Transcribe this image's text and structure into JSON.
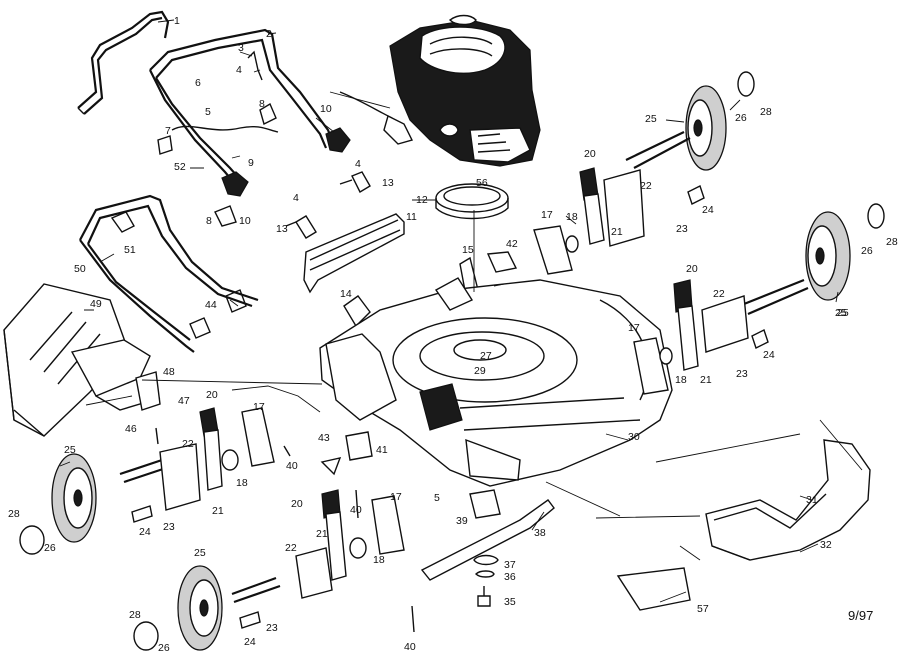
{
  "date_code": "9/97",
  "callouts": [
    {
      "label": "1"
    },
    {
      "label": "2"
    },
    {
      "label": "3"
    },
    {
      "label": "4"
    },
    {
      "label": "5"
    },
    {
      "label": "6"
    },
    {
      "label": "7"
    },
    {
      "label": "8"
    },
    {
      "label": "9"
    },
    {
      "label": "10"
    },
    {
      "label": "52"
    },
    {
      "label": "10"
    },
    {
      "label": "8"
    },
    {
      "label": "4"
    },
    {
      "label": "13"
    },
    {
      "label": "4"
    },
    {
      "label": "13"
    },
    {
      "label": "11"
    },
    {
      "label": "12"
    },
    {
      "label": "15"
    },
    {
      "label": "42"
    },
    {
      "label": "14"
    },
    {
      "label": "56"
    },
    {
      "label": "20"
    },
    {
      "label": "22"
    },
    {
      "label": "18"
    },
    {
      "label": "17"
    },
    {
      "label": "21"
    },
    {
      "label": "24"
    },
    {
      "label": "23"
    },
    {
      "label": "25"
    },
    {
      "label": "26"
    },
    {
      "label": "28"
    },
    {
      "label": "25"
    },
    {
      "label": "26"
    },
    {
      "label": "28"
    },
    {
      "label": "20"
    },
    {
      "label": "22"
    },
    {
      "label": "17"
    },
    {
      "label": "18"
    },
    {
      "label": "21"
    },
    {
      "label": "23"
    },
    {
      "label": "24"
    },
    {
      "label": "25"
    },
    {
      "label": "27"
    },
    {
      "label": "29"
    },
    {
      "label": "30"
    },
    {
      "label": "51"
    },
    {
      "label": "50"
    },
    {
      "label": "49"
    },
    {
      "label": "44"
    },
    {
      "label": "48"
    },
    {
      "label": "47"
    },
    {
      "label": "46"
    },
    {
      "label": "20"
    },
    {
      "label": "17"
    },
    {
      "label": "22"
    },
    {
      "label": "18"
    },
    {
      "label": "21"
    },
    {
      "label": "40"
    },
    {
      "label": "43"
    },
    {
      "label": "41"
    },
    {
      "label": "25"
    },
    {
      "label": "28"
    },
    {
      "label": "26"
    },
    {
      "label": "24"
    },
    {
      "label": "23"
    },
    {
      "label": "5"
    },
    {
      "label": "40"
    },
    {
      "label": "20"
    },
    {
      "label": "17"
    },
    {
      "label": "21"
    },
    {
      "label": "18"
    },
    {
      "label": "22"
    },
    {
      "label": "39"
    },
    {
      "label": "38"
    },
    {
      "label": "37"
    },
    {
      "label": "36"
    },
    {
      "label": "35"
    },
    {
      "label": "25"
    },
    {
      "label": "28"
    },
    {
      "label": "26"
    },
    {
      "label": "24"
    },
    {
      "label": "23"
    },
    {
      "label": "40"
    },
    {
      "label": "31"
    },
    {
      "label": "32"
    },
    {
      "label": "57"
    }
  ]
}
